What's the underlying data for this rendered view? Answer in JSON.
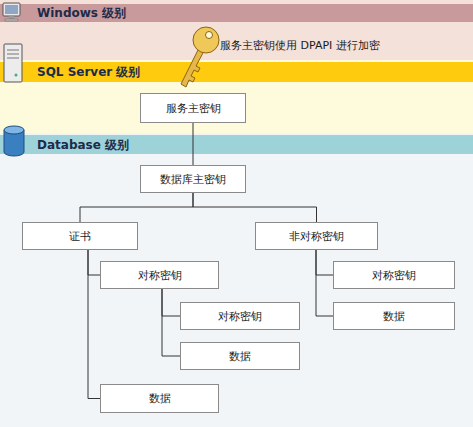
{
  "diagram": {
    "nodes": [
      {
        "text": [
          "Windows 级别"
        ]
      },
      {
        "text": [
          "SQL Server 级别"
        ]
      },
      {
        "text": [
          "服务主密钥"
        ],
        "in": 1
      },
      {
        "text": [
          "Database 级别"
        ]
      },
      {
        "text": [
          "数据库主密钥"
        ],
        "in": 3
      },
      {
        "text": [
          "证书"
        ],
        "in": 3
      },
      {
        "text": [
          "非对称密钥"
        ],
        "in": 3
      },
      {
        "text": [
          "对称密钥"
        ],
        "in": 3
      },
      {
        "text": [
          "对称密钥"
        ],
        "in": 3
      },
      {
        "text": [
          "对称密钥"
        ],
        "in": 3
      },
      {
        "text": [
          "数据"
        ],
        "in": 3
      },
      {
        "text": [
          "数据"
        ],
        "in": 3
      },
      {
        "text": [
          "数据"
        ],
        "in": 3
      }
    ],
    "edges": [
      {
        "from": 2,
        "to": 4,
        "arrow": "none"
      },
      {
        "from": 4,
        "to": 5,
        "arrow": "none"
      },
      {
        "from": 4,
        "to": 6,
        "arrow": "none"
      },
      {
        "from": 5,
        "to": 7,
        "arrow": "none"
      },
      {
        "from": 5,
        "to": 12,
        "arrow": "none"
      },
      {
        "from": 7,
        "to": 9,
        "arrow": "none"
      },
      {
        "from": 7,
        "to": 11,
        "arrow": "none"
      },
      {
        "from": 6,
        "to": 8,
        "arrow": "none"
      },
      {
        "from": 6,
        "to": 10,
        "arrow": "none"
      }
    ],
    "labels": [
      "服务主密钥使用 DPAPI 进行加密"
    ]
  }
}
